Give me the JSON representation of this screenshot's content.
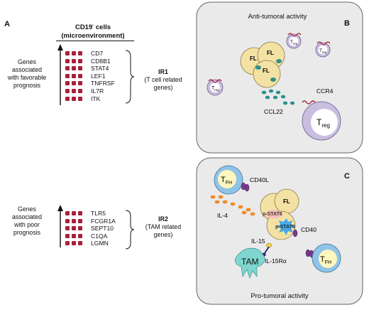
{
  "panel_a": {
    "letter": "A",
    "header_line1": "CD19",
    "header_sup": "-",
    "header_line1_rest": " cells",
    "header_line2": "(microenvironment)",
    "favorable": {
      "label_lines": [
        "Genes",
        "associated",
        "with favorable",
        "prognosis"
      ],
      "genes": [
        "CD7",
        "CD8B1",
        "STAT4",
        "LEF1",
        "TNFRSF",
        "IL7R",
        "ITK"
      ],
      "signature": "IR1",
      "signature_desc_lines": [
        "(T cell related",
        "genes)"
      ]
    },
    "poor": {
      "label_lines": [
        "Genes",
        "associated",
        "with poor",
        "prognosis"
      ],
      "genes": [
        "TLR5",
        "FCGR1A",
        "SEPT10",
        "C1QA",
        "LGMN"
      ],
      "signature": "IR2",
      "signature_desc_lines": [
        "(TAM related",
        "genes)"
      ]
    }
  },
  "panel_b": {
    "letter": "B",
    "title": "Anti-tumoral activity",
    "fl_label": "FL",
    "treg_main": "T",
    "treg_sub": "reg",
    "ccr4": "CCR4",
    "ccl22": "CCL22"
  },
  "panel_c": {
    "letter": "C",
    "title": "Pro-tumoral activity",
    "tfh_main": "T",
    "tfh_sub": "FH",
    "cd40l": "CD40L",
    "il4": "IL-4",
    "fl_label": "FL",
    "pstat6": "p-STAT6",
    "pstat5": "p-STAT5",
    "il15": "IL-15",
    "il15ra": "IL-15Rα",
    "cd40": "CD40",
    "tam": "TAM"
  },
  "colors": {
    "gene_square": "#a8203a",
    "panel_bg": "#eaeaea",
    "fl_cell": "#f3e2a3",
    "treg_cell": "#c9bde0",
    "tfh_cell": "#8fc4e8",
    "tam_cell": "#7fd6d0",
    "il4_dots": "#f08a2c",
    "ccl22_dots": "#2f8f8a"
  }
}
